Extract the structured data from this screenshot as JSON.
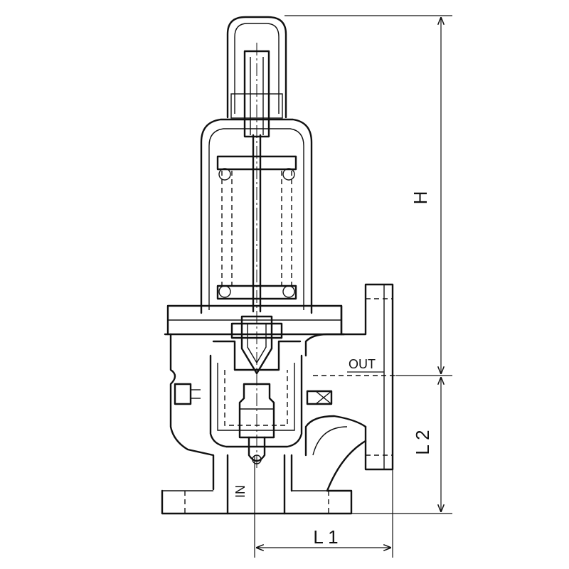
{
  "labels": {
    "outlet": "OUT",
    "inlet": "IN",
    "height": "H",
    "length_1": "L 1",
    "length_2": "L 2"
  }
}
